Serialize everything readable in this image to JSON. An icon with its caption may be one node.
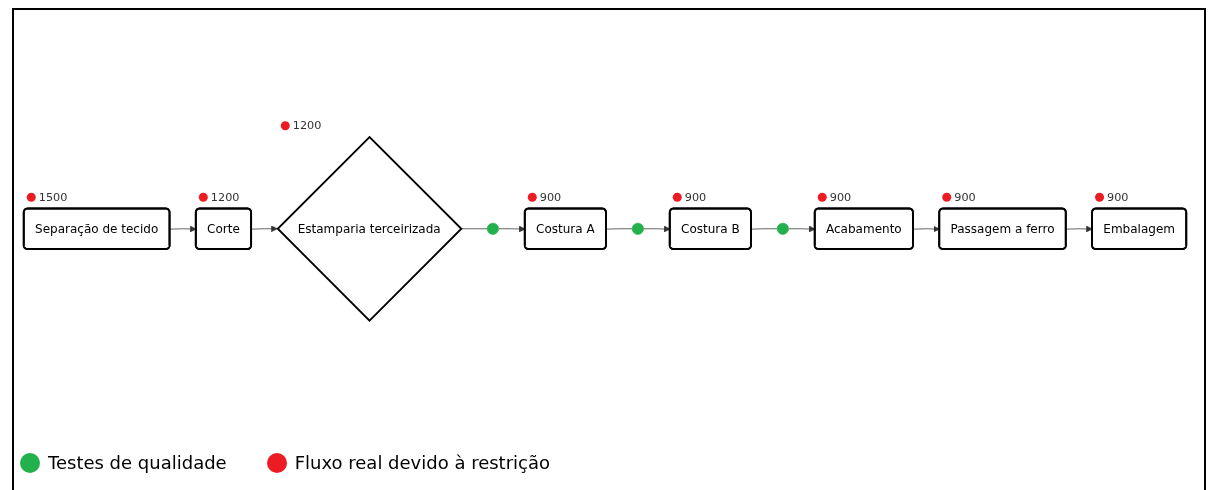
{
  "diagram": {
    "nodes": [
      {
        "text": [
          "Separação de tecido"
        ],
        "beside": [
          "1500"
        ]
      },
      {
        "text": [
          "Corte"
        ],
        "beside": [
          "1200"
        ]
      },
      {
        "text": [
          "Estamparia terceirizada"
        ],
        "beside": [
          "1200"
        ]
      },
      {
        "text": [],
        "shape": "circle"
      },
      {
        "text": [
          "Costura A"
        ],
        "beside": [
          "900"
        ]
      },
      {
        "text": [],
        "shape": "circle"
      },
      {
        "text": [
          "Costura B"
        ],
        "beside": [
          "900"
        ]
      },
      {
        "text": [],
        "shape": "circle"
      },
      {
        "text": [
          "Acabamento"
        ],
        "beside": [
          "900"
        ]
      },
      {
        "text": [
          "Passagem a ferro"
        ],
        "beside": [
          "900"
        ]
      },
      {
        "text": [
          "Embalagem"
        ],
        "beside": [
          "900"
        ]
      }
    ],
    "edges": [
      {
        "from": 0,
        "to": 1,
        "arrow": "to"
      },
      {
        "from": 1,
        "to": 2,
        "arrow": "to"
      },
      {
        "from": 2,
        "to": 3,
        "arrow": "none"
      },
      {
        "from": 3,
        "to": 4,
        "arrow": "to"
      },
      {
        "from": 4,
        "to": 5,
        "arrow": "none"
      },
      {
        "from": 5,
        "to": 6,
        "arrow": "to"
      },
      {
        "from": 6,
        "to": 7,
        "arrow": "none"
      },
      {
        "from": 7,
        "to": 8,
        "arrow": "to"
      },
      {
        "from": 8,
        "to": 9,
        "arrow": "to"
      },
      {
        "from": 9,
        "to": 10,
        "arrow": "to"
      }
    ],
    "legend": [
      {
        "text": "Testes de qualidade",
        "color": "#22b14c"
      },
      {
        "text": "Fluxo real devido à restrição",
        "color": "#ed1c24"
      }
    ]
  }
}
